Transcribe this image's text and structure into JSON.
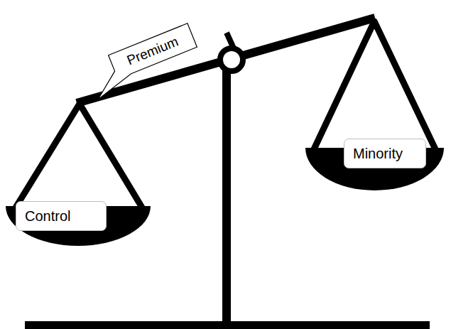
{
  "diagram": {
    "nodes": [
      {
        "text": [
          "Premium"
        ]
      },
      {
        "text": [
          "Minority"
        ]
      },
      {
        "text": [
          "Control"
        ]
      }
    ]
  }
}
